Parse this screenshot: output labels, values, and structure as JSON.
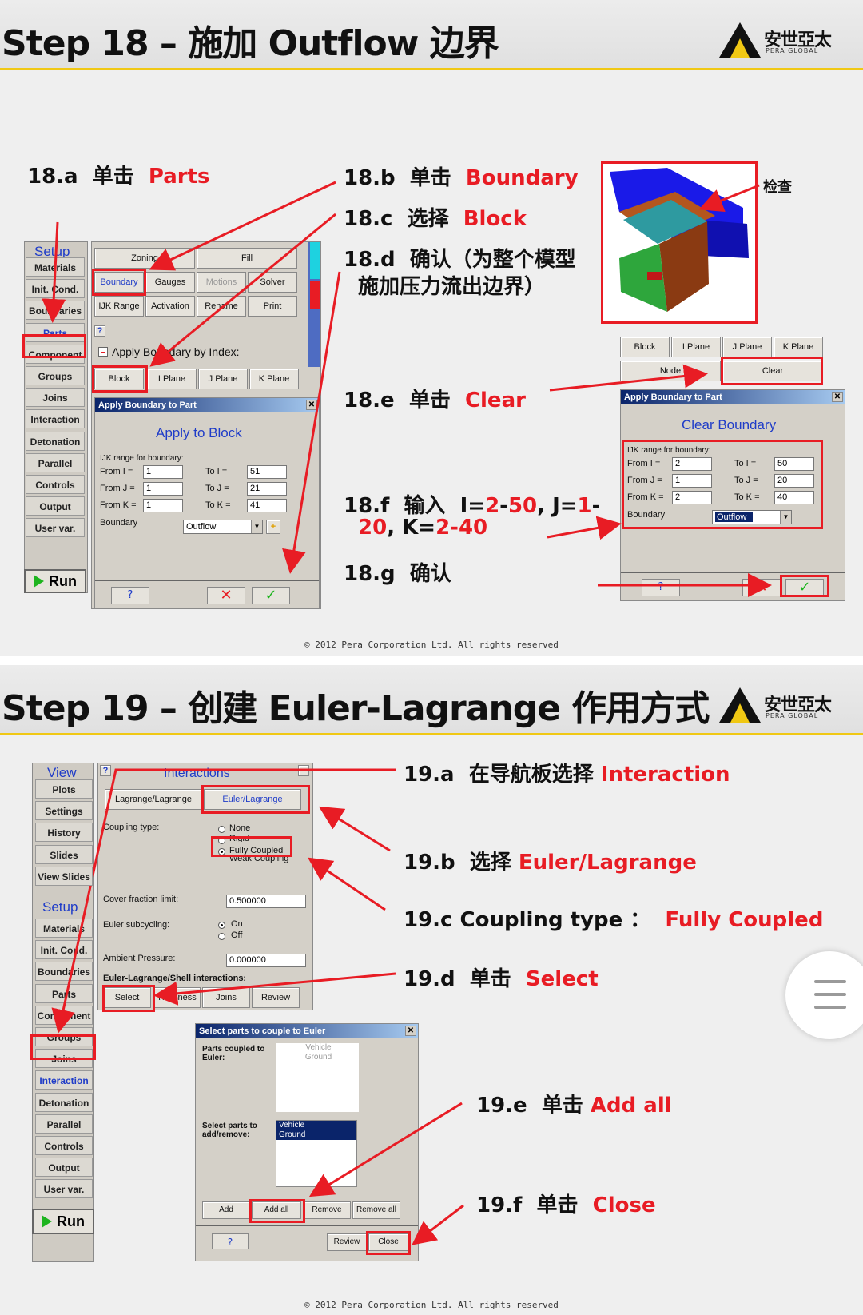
{
  "slide1": {
    "title": "Step 18 – 施加 Outflow 边界",
    "logo_text": "安世亞太",
    "logo_sub": "PERA GLOBAL",
    "copyright": "© 2012 Pera Corporation Ltd. All rights reserved",
    "steps": [
      {
        "num": "18.a",
        "verb": "单击",
        "target": "Parts"
      },
      {
        "num": "18.b",
        "verb": "单击",
        "target": "Boundary"
      },
      {
        "num": "18.c",
        "verb": "选择",
        "target": "Block"
      },
      {
        "num": "18.d",
        "verb": "确认（为整个模型",
        "line2": "施加压力流出边界）"
      },
      {
        "num": "18.e",
        "verb": "单击",
        "target": "Clear"
      },
      {
        "num": "18.f",
        "verb": "输入",
        "i_lbl": "I=",
        "i_from": "2",
        "dash1": "-",
        "i_to": "50",
        "j_lbl": ", J=",
        "j_from": "1",
        "dash2": "-",
        "j_to": "20",
        "k_lbl": ", K=",
        "k_range": "2-40"
      },
      {
        "num": "18.g",
        "verb": "确认"
      }
    ],
    "check_label": "检查",
    "nav": {
      "header": "Setup",
      "items": [
        "Materials",
        "Init. Cond.",
        "Boundaries",
        "Parts",
        "Component",
        "Groups",
        "Joins",
        "Interaction",
        "Detonation",
        "Parallel",
        "Controls",
        "Output",
        "User var."
      ],
      "run": "Run"
    },
    "tabs1": [
      "Zoning",
      "Fill"
    ],
    "tabs2": [
      "Boundary",
      "Gauges",
      "Motions",
      "Solver"
    ],
    "tabs3": [
      "IJK Range",
      "Activation",
      "Rename",
      "Print"
    ],
    "help_q": "?",
    "apply_index_label": "Apply Boundary by Index:",
    "index_tabs": [
      "Block",
      "I Plane",
      "J Plane",
      "K Plane"
    ],
    "dialog_left": {
      "title": "Apply Boundary to Part",
      "heading": "Apply to Block",
      "ijk_label": "IJK range for boundary:",
      "from_i": "From I =",
      "from_j": "From J =",
      "from_k": "From K =",
      "to_i": "To I =",
      "to_j": "To J =",
      "to_k": "To K =",
      "fi": "1",
      "fj": "1",
      "fk": "1",
      "ti": "51",
      "tj": "21",
      "tk": "41",
      "boundary_label": "Boundary",
      "boundary_value": "Outflow"
    },
    "right_tabs": [
      "Block",
      "I Plane",
      "J Plane",
      "K Plane"
    ],
    "right_tabs2": [
      "Node",
      "Clear"
    ],
    "dialog_right": {
      "title": "Apply Boundary to Part",
      "heading": "Clear Boundary",
      "ijk_label": "IJK range for boundary:",
      "from_i": "From I =",
      "from_j": "From J =",
      "from_k": "From K =",
      "to_i": "To I =",
      "to_j": "To J =",
      "to_k": "To K =",
      "fi": "2",
      "fj": "1",
      "fk": "2",
      "ti": "50",
      "tj": "20",
      "tk": "40",
      "boundary_label": "Boundary",
      "boundary_value": "Outflow"
    },
    "colors": {
      "accent_red": "#e81c24",
      "title_bar": "#0a246a",
      "nav_blue": "#1f3cc8",
      "header_rule": "#f0c814"
    }
  },
  "slide2": {
    "title": "Step 19 – 创建 Euler-Lagrange 作用方式",
    "logo_text": "安世亞太",
    "logo_sub": "PERA GLOBAL",
    "copyright": "© 2012 Pera Corporation Ltd. All rights reserved",
    "steps": [
      {
        "num": "19.a",
        "verb": "在导航板选择",
        "target": "Interaction"
      },
      {
        "num": "19.b",
        "verb": "选择",
        "target": "Euler/Lagrange"
      },
      {
        "num": "19.c",
        "verb": "Coupling type ：",
        "target": "Fully Coupled"
      },
      {
        "num": "19.d",
        "verb": "单击",
        "target": "Select"
      },
      {
        "num": "19.e",
        "verb": "单击",
        "target": "Add all"
      },
      {
        "num": "19.f",
        "verb": "单击",
        "target": "Close"
      }
    ],
    "nav": {
      "view_header": "View",
      "view_items": [
        "Plots",
        "Settings",
        "History",
        "Slides",
        "View Slides"
      ],
      "setup_header": "Setup",
      "setup_items": [
        "Materials",
        "Init. Cond.",
        "Boundaries",
        "Parts",
        "Component",
        "Groups",
        "Joins",
        "Interaction",
        "Detonation",
        "Parallel",
        "Controls",
        "Output",
        "User var."
      ],
      "run": "Run"
    },
    "panel": {
      "help_q": "?",
      "heading": "Interactions",
      "tabs": [
        "Lagrange/Lagrange",
        "Euler/Lagrange"
      ],
      "coupling_label": "Coupling type:",
      "coupling_options": [
        "None",
        "Rigid",
        "Fully Coupled",
        "Weak Coupling"
      ],
      "cover_label": "Cover fraction limit:",
      "cover_value": "0.500000",
      "subcycling_label": "Euler subcycling:",
      "sub_on": "On",
      "sub_off": "Off",
      "ambient_label": "Ambient Pressure:",
      "ambient_value": "0.000000",
      "shell_label": "Euler-Lagrange/Shell interactions:",
      "buttons": [
        "Select",
        "Thickness",
        "Joins",
        "Review"
      ]
    },
    "dialog": {
      "title": "Select parts to couple to Euler",
      "coupled_label": "Parts coupled to Euler:",
      "coupled_items": [
        "Vehicle",
        "Ground"
      ],
      "select_label": "Select parts to add/remove:",
      "select_items": [
        "Vehicle",
        "Ground"
      ],
      "buttons": [
        "Add",
        "Add all",
        "Remove",
        "Remove all"
      ],
      "review": "Review",
      "close": "Close"
    }
  }
}
